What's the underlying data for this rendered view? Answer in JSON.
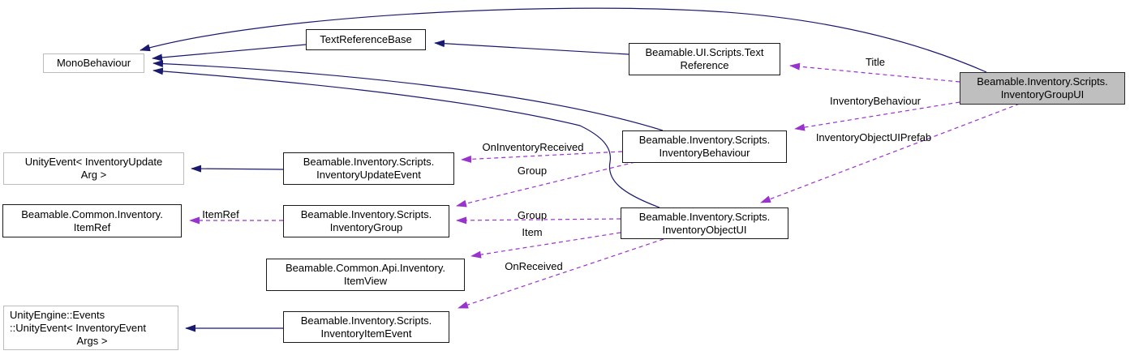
{
  "diagram": {
    "type": "doxygen-collaboration-graph",
    "colors": {
      "inheritance_edge": "#191970",
      "usage_edge": "#9a32cd",
      "node_border": "#1a1a1a",
      "external_node_border": "#bcbcbc",
      "highlight_node_fill": "#bfbfbf",
      "background": "#ffffff"
    },
    "nodes": [
      {
        "id": "monobehaviour",
        "kind": "external",
        "line1": "MonoBehaviour",
        "line2": "",
        "line3": ""
      },
      {
        "id": "textreferencebase",
        "kind": "internal",
        "line1": "TextReferenceBase",
        "line2": "",
        "line3": ""
      },
      {
        "id": "textreference",
        "kind": "internal",
        "line1": "Beamable.UI.Scripts.Text",
        "line2": "Reference",
        "line3": ""
      },
      {
        "id": "inventorygroupui",
        "kind": "highlight",
        "line1": "Beamable.Inventory.Scripts.",
        "line2": "InventoryGroupUI",
        "line3": ""
      },
      {
        "id": "inventorybehaviour",
        "kind": "internal",
        "line1": "Beamable.Inventory.Scripts.",
        "line2": "InventoryBehaviour",
        "line3": ""
      },
      {
        "id": "unityevent-update",
        "kind": "external",
        "line1": "UnityEvent< InventoryUpdate",
        "line2": "Arg >",
        "line3": ""
      },
      {
        "id": "inventoryupdateevent",
        "kind": "internal",
        "line1": "Beamable.Inventory.Scripts.",
        "line2": "InventoryUpdateEvent",
        "line3": ""
      },
      {
        "id": "itemref",
        "kind": "internal",
        "line1": "Beamable.Common.Inventory.",
        "line2": "ItemRef",
        "line3": ""
      },
      {
        "id": "inventorygroup",
        "kind": "internal",
        "line1": "Beamable.Inventory.Scripts.",
        "line2": "InventoryGroup",
        "line3": ""
      },
      {
        "id": "inventoryobjectui",
        "kind": "internal",
        "line1": "Beamable.Inventory.Scripts.",
        "line2": "InventoryObjectUI",
        "line3": ""
      },
      {
        "id": "itemview",
        "kind": "internal",
        "line1": "Beamable.Common.Api.Inventory.",
        "line2": "ItemView",
        "line3": ""
      },
      {
        "id": "unityevent-event",
        "kind": "external",
        "line1": "UnityEngine::Events",
        "line2": "::UnityEvent< InventoryEvent",
        "line3": "Args >"
      },
      {
        "id": "inventoryitemevent",
        "kind": "internal",
        "line1": "Beamable.Inventory.Scripts.",
        "line2": "InventoryItemEvent",
        "line3": ""
      }
    ],
    "edges": {
      "inheritance": [
        {
          "from": "textreference",
          "to": "textreferencebase"
        },
        {
          "from": "textreferencebase",
          "to": "monobehaviour"
        },
        {
          "from": "inventorygroupui",
          "to": "monobehaviour"
        },
        {
          "from": "inventorybehaviour",
          "to": "monobehaviour"
        },
        {
          "from": "inventoryobjectui",
          "to": "monobehaviour"
        },
        {
          "from": "inventoryupdateevent",
          "to": "unityevent-update"
        },
        {
          "from": "inventoryitemevent",
          "to": "unityevent-event"
        }
      ],
      "usage": [
        {
          "from": "inventorygroupui",
          "to": "textreference",
          "label": "Title"
        },
        {
          "from": "inventorygroupui",
          "to": "inventorybehaviour",
          "label": "InventoryBehaviour"
        },
        {
          "from": "inventorygroupui",
          "to": "inventoryobjectui",
          "label": "InventoryObjectUIPrefab"
        },
        {
          "from": "inventorybehaviour",
          "to": "inventoryupdateevent",
          "label": "OnInventoryReceived"
        },
        {
          "from": "inventorybehaviour",
          "to": "inventorygroup",
          "label": "Group"
        },
        {
          "from": "inventoryobjectui",
          "to": "inventorygroup",
          "label": "Group"
        },
        {
          "from": "inventoryobjectui",
          "to": "itemview",
          "label": "Item"
        },
        {
          "from": "inventoryobjectui",
          "to": "inventoryitemevent",
          "label": "OnReceived"
        },
        {
          "from": "inventorygroup",
          "to": "itemref",
          "label": "ItemRef"
        }
      ]
    }
  }
}
